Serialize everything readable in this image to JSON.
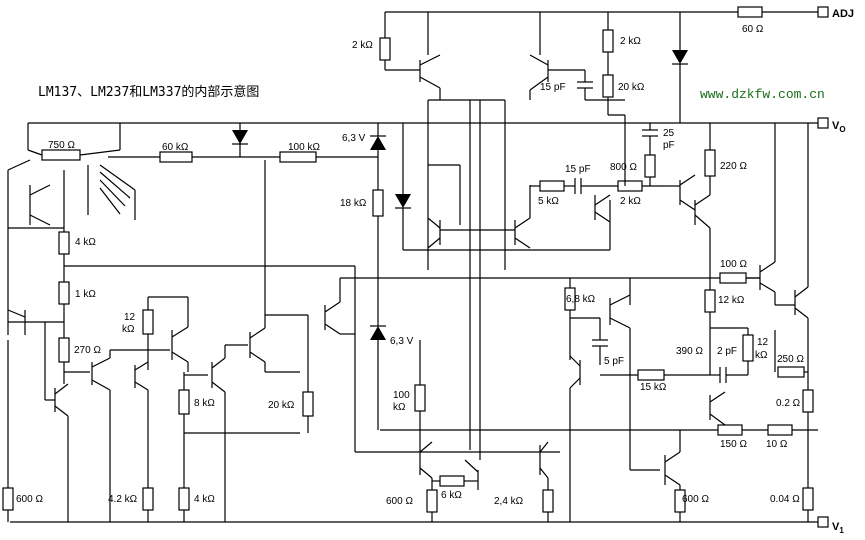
{
  "title": "LM137、LM237和LM337的内部示意图",
  "watermark": "www.dzkfw.com.cn",
  "colors": {
    "wire": "#000000",
    "watermark": "#1a6e1a"
  },
  "terminals": {
    "adj": "ADJ",
    "vo": "V",
    "vo_sub": "O",
    "vi": "V",
    "vi_sub": "1"
  },
  "components": {
    "r_2k_a": "2 kΩ",
    "r_2k_b": "2 kΩ",
    "r_60_adj": "60 Ω",
    "c_15pf_a": "15 pF",
    "r_20k_top": "20 kΩ",
    "r_750": "750 Ω",
    "r_60k": "60 kΩ",
    "r_100k": "100 kΩ",
    "z_63v_top": "6,3 V",
    "c_25pf_a": "25",
    "c_25pf_b": "pF",
    "c_15pf_b": "15 pF",
    "r_800_mid": "800 Ω",
    "r_2k_c": "2 kΩ",
    "r_5k": "5 kΩ",
    "r_220": "220 Ω",
    "r_18k": "18 kΩ",
    "r_4k_a": "4 kΩ",
    "r_1k": "1 kΩ",
    "r_100_right": "100 Ω",
    "r_12k_a": "12",
    "r_12k_b": "kΩ",
    "r_6_8k": "6,8 kΩ",
    "r_12k_right": "12 kΩ",
    "r_270": "270 Ω",
    "z_63v_mid": "6,3 V",
    "c_5pf": "5 pF",
    "r_390": "390 Ω",
    "c_2pf": "2 pF",
    "r_12k_r1": "12",
    "r_12k_r2": "kΩ",
    "r_250": "250 Ω",
    "r_8k": "8 kΩ",
    "r_20k_mid": "20 kΩ",
    "r_15k": "15 kΩ",
    "r_100k_a": "100",
    "r_100k_b": "kΩ",
    "r_0_2": "0.2 Ω",
    "r_150": "150 Ω",
    "r_10": "10 Ω",
    "r_600_a": "600 Ω",
    "r_4_2k": "4.2 kΩ",
    "r_4k_b": "4 kΩ",
    "r_600_b": "600 Ω",
    "r_6k": "6 kΩ",
    "r_2_4k": "2,4 kΩ",
    "r_600_c": "600 Ω",
    "r_0_04": "0.04 Ω"
  }
}
